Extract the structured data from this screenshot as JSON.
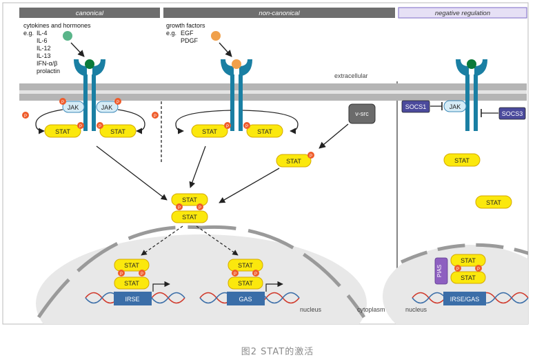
{
  "headers": {
    "canonical": "canonical",
    "non_canonical": "non-canonical",
    "negative": "negative regulation"
  },
  "canonical": {
    "lead": "cytokines and hormones",
    "eg": "e.g.",
    "ligands": [
      "IL-4",
      "IL-6",
      "IL-12",
      "IL-13",
      "IFN-α/β",
      "prolactin"
    ]
  },
  "non_canonical": {
    "lead": "growth factors",
    "eg": "e.g.",
    "ligands": [
      "EGF",
      "PDGF"
    ]
  },
  "labels": {
    "extracellular": "extracellular",
    "cytoplasm": "cytoplasm",
    "nucleus": "nucleus",
    "jak": "JAK",
    "stat": "STAT",
    "p": "P",
    "vsrc": "v-src",
    "socs1": "SOCS1",
    "socs3": "SOCS3",
    "pias": "PIAS",
    "irse": "IRSE",
    "gas": "GAS",
    "irse_gas": "IRSE/GAS"
  },
  "caption": "图2 STAT的激活",
  "colors": {
    "header_fill": "#6e6e6e",
    "negative_header_fill": "#e6e0f5",
    "negative_header_border": "#7b68c6",
    "membrane": "#b5b5b5",
    "receptor": "#1a7fa3",
    "stat_fill": "#fbe80d",
    "stat_border": "#d4a900",
    "phospho": "#ef5b2a",
    "jak_fill": "#d6ecf6",
    "jak_border": "#3b88b8",
    "socs_fill": "#4b4a9c",
    "pias_fill": "#8d5fc0",
    "vsrc_fill": "#6b6b6b",
    "ligand_canonical": "#5ab58a",
    "ligand_noncanonical": "#f0a04b",
    "ligand_bound": "#0a7a3a",
    "promoter": "#3b6ea8",
    "dna_red": "#d0392b",
    "dna_blue": "#3b6ea8",
    "nucleus_fill": "#e8e8e8"
  }
}
